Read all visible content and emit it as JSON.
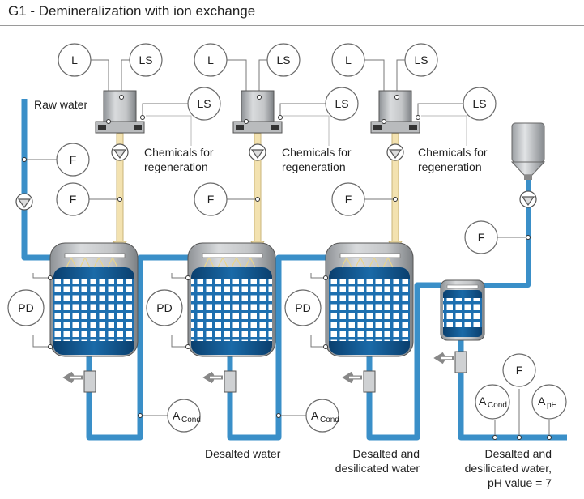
{
  "title": "G1 - Demineralization with ion exchange",
  "labels": {
    "raw_water": "Raw water",
    "chemicals_line1": "Chemicals for",
    "chemicals_line2": "regeneration",
    "desalted_water": "Desalted water",
    "desilicated_line1": "Desalted and",
    "desilicated_line2": "desilicated water",
    "final_line1": "Desalted and",
    "final_line2": "desilicated water,",
    "final_line3": "pH value = 7"
  },
  "instruments": {
    "L": "L",
    "LS": "LS",
    "F": "F",
    "PD": "PD",
    "A": "A",
    "cond": "Cond",
    "ph": "pH"
  },
  "colors": {
    "water": "#3a8fc8",
    "chemical": "#f3e2b0",
    "tank_shell": "#c9cbcd",
    "resin": "#0d4f86",
    "line": "#6c6c6c"
  }
}
